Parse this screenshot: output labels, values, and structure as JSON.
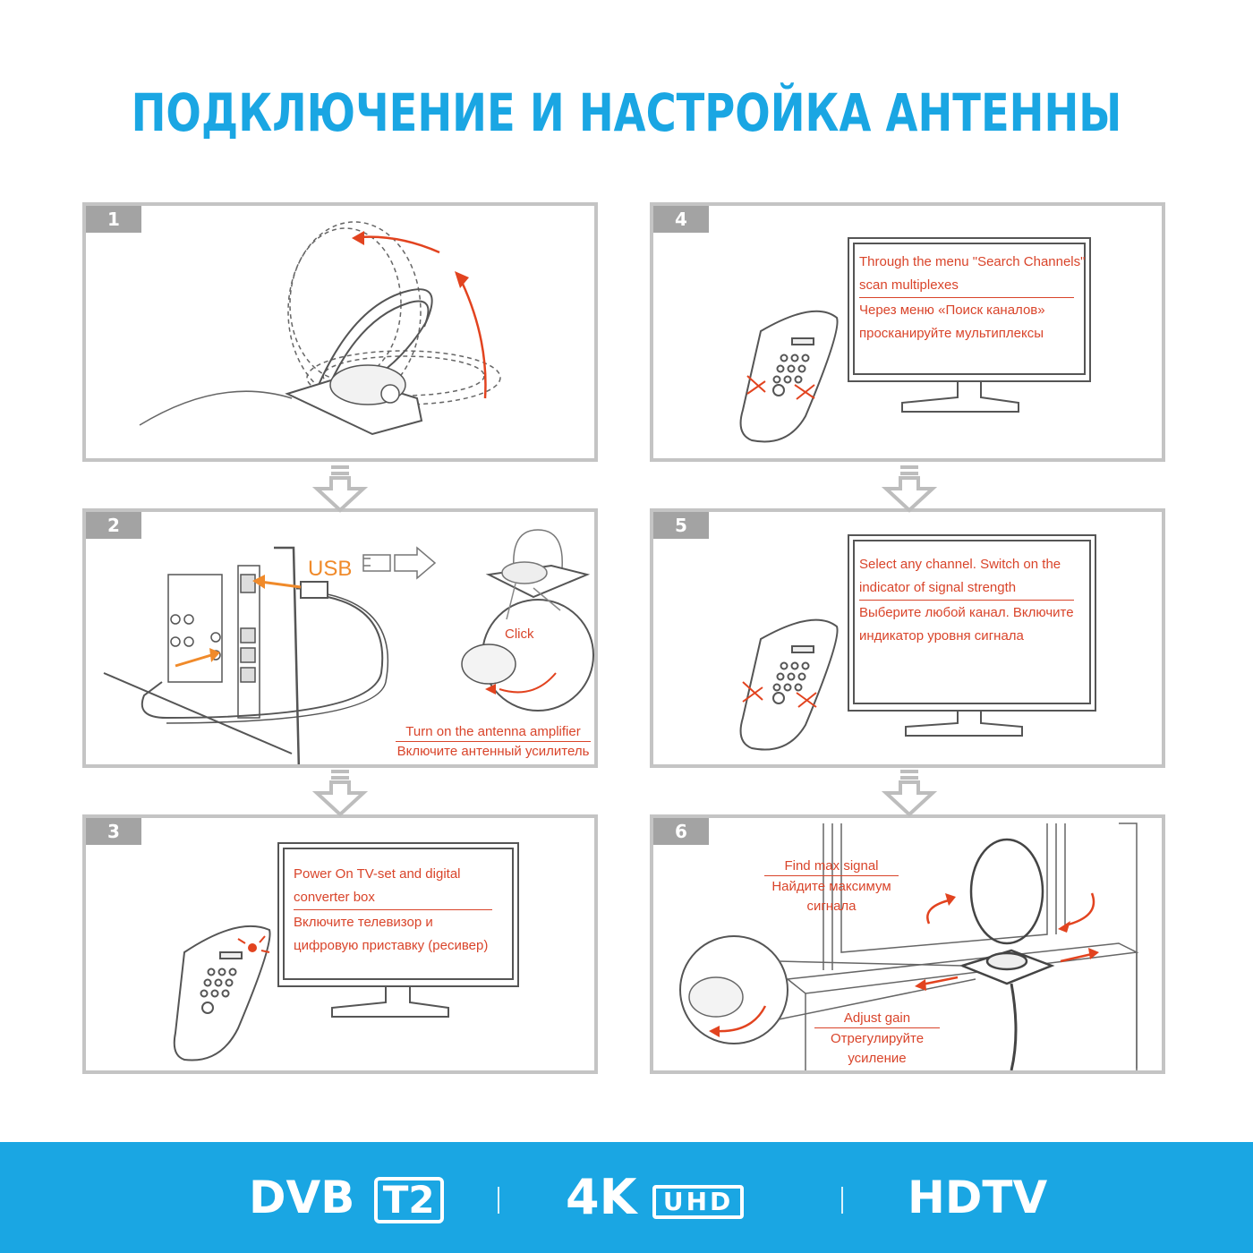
{
  "title": "ПОДКЛЮЧЕНИЕ  И НАСТРОЙКА АНТЕННЫ",
  "steps": {
    "s1": {
      "num": "1"
    },
    "s2": {
      "num": "2",
      "usb": "USB",
      "click": "Click",
      "en": "Turn on the antenna amplifier",
      "ru": "Включите антенный усилитель"
    },
    "s3": {
      "num": "3",
      "en1": "Power On TV-set and digital",
      "en2": "converter box",
      "ru1": "Включите телевизор и",
      "ru2": "цифровую приставку (ресивер)"
    },
    "s4": {
      "num": "4",
      "en1": "Through the menu \"Search Channels\"",
      "en2": "scan multiplexes",
      "ru1": "Через меню «Поиск каналов»",
      "ru2": "просканируйте мультиплексы"
    },
    "s5": {
      "num": "5",
      "en1": "Select any channel. Switch on the",
      "en2": "indicator of signal strength",
      "ru1": "Выберите любой канал. Включите",
      "ru2": "индикатор уровня сигнала"
    },
    "s6": {
      "num": "6",
      "find_en": "Find max signal",
      "find_ru1": "Найдите максимум",
      "find_ru2": "сигнала",
      "adj_en": "Adjust gain",
      "adj_ru1": "Отрегулируйте",
      "adj_ru2": "усиление"
    }
  },
  "footer": {
    "dvb": "DVB",
    "t2": "T2",
    "k4": "4K",
    "uhd": "UHD",
    "hdtv": "HDTV"
  },
  "colors": {
    "accent": "#1aa6e3",
    "annotation": "#d9442a",
    "usb": "#f08a2a",
    "frame": "#c4c4c4",
    "tab": "#a3a3a3"
  }
}
